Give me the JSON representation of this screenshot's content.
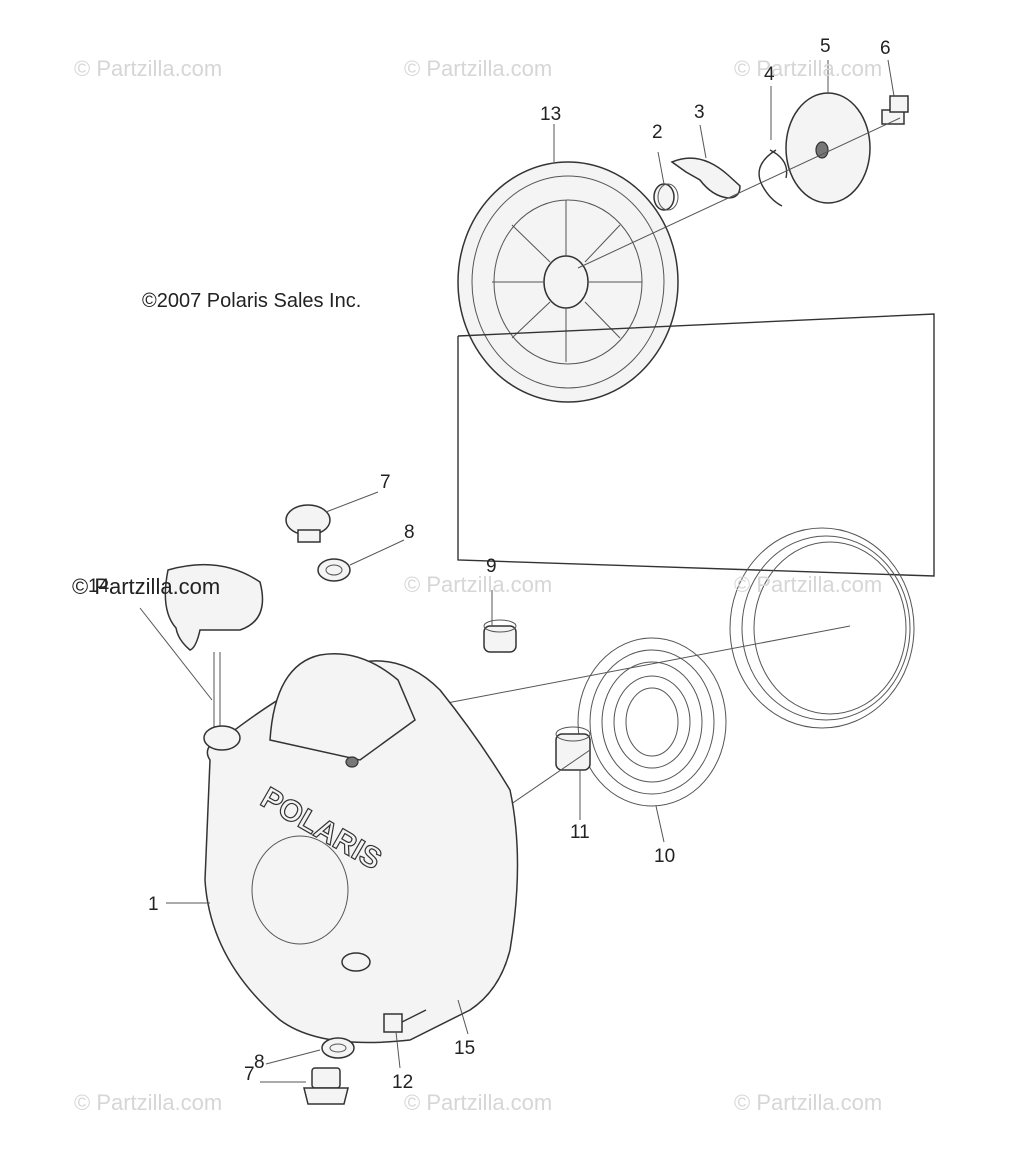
{
  "watermark": "© Partzilla.com",
  "copyright": "©2007 Polaris Sales Inc.",
  "logo_text": "POLARIS",
  "callouts": {
    "c1": "1",
    "c2": "2",
    "c3": "3",
    "c4": "4",
    "c5": "5",
    "c6": "6",
    "c7a": "7",
    "c7b": "7",
    "c8a": "8",
    "c8b": "8",
    "c9": "9",
    "c10": "10",
    "c11": "11",
    "c12": "12",
    "c13": "13",
    "c14": "14",
    "c15": "15"
  }
}
